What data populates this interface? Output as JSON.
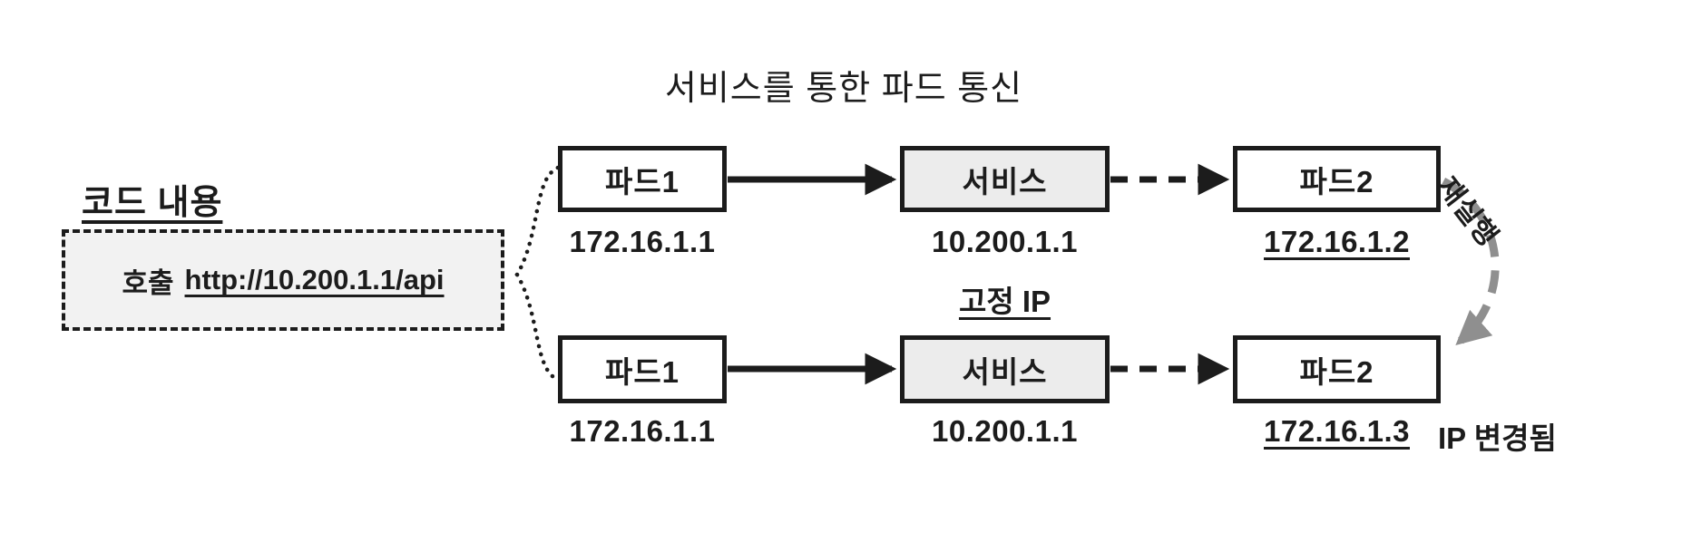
{
  "title": "서비스를 통한 파드 통신",
  "code_panel": {
    "heading": "코드 내용",
    "call_label": "호출",
    "call_url": "http://10.200.1.1/api"
  },
  "fixed_ip_label": "고정 IP",
  "rerun_label": "재실행",
  "ip_changed_label": "IP 변경됨",
  "rows": [
    {
      "pod1": {
        "label": "파드1",
        "ip": "172.16.1.1"
      },
      "service": {
        "label": "서비스",
        "ip": "10.200.1.1"
      },
      "pod2": {
        "label": "파드2",
        "ip": "172.16.1.2"
      }
    },
    {
      "pod1": {
        "label": "파드1",
        "ip": "172.16.1.1"
      },
      "service": {
        "label": "서비스",
        "ip": "10.200.1.1"
      },
      "pod2": {
        "label": "파드2",
        "ip": "172.16.1.3"
      }
    }
  ],
  "colors": {
    "ink": "#1c1c1c",
    "service_fill": "#ececec",
    "code_fill": "#f2f2f2",
    "gray_arrow": "#8f8f8f"
  }
}
